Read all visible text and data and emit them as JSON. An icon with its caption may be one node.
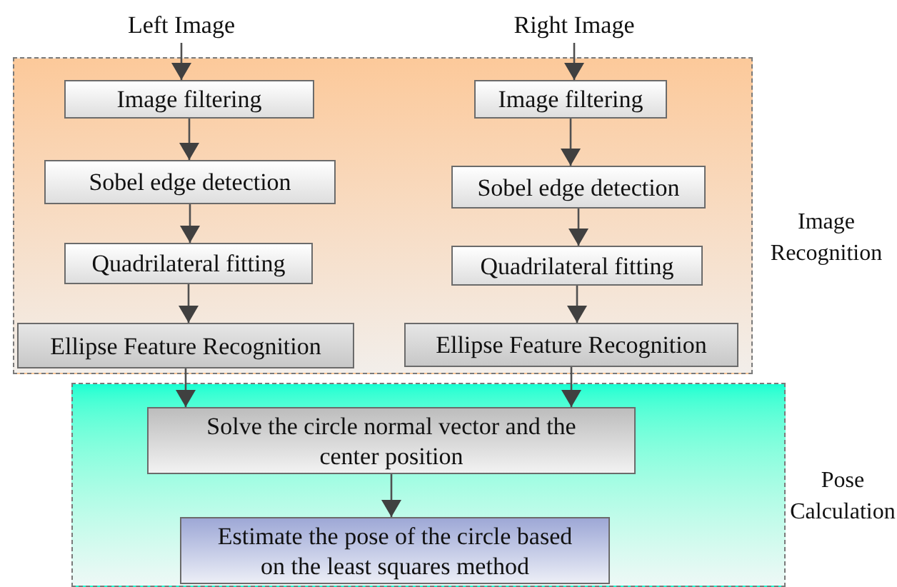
{
  "diagram": {
    "nodes": [
      {
        "text": [
          "Left Image"
        ]
      },
      {
        "text": [
          "Right Image"
        ]
      },
      {
        "text": [
          "Image Recognition"
        ]
      },
      {
        "text": [
          "Image filtering"
        ],
        "in": 2
      },
      {
        "text": [
          "Sobel edge detection"
        ],
        "in": 2
      },
      {
        "text": [
          "Quadrilateral fitting"
        ],
        "in": 2
      },
      {
        "text": [
          "Ellipse Feature Recognition"
        ],
        "in": 2
      },
      {
        "text": [
          "Image filtering"
        ],
        "in": 2
      },
      {
        "text": [
          "Sobel edge detection"
        ],
        "in": 2
      },
      {
        "text": [
          "Quadrilateral fitting"
        ],
        "in": 2
      },
      {
        "text": [
          "Ellipse Feature Recognition"
        ],
        "in": 2
      },
      {
        "text": [
          "Pose Calculation"
        ]
      },
      {
        "text": [
          "Solve the circle normal vector and the center position"
        ],
        "in": 11
      },
      {
        "text": [
          "Estimate the pose of the circle based on the least squares method"
        ],
        "in": 11
      }
    ],
    "edges": [
      {
        "from": 0,
        "to": 3,
        "arrow": "to"
      },
      {
        "from": 3,
        "to": 4,
        "arrow": "to"
      },
      {
        "from": 4,
        "to": 5,
        "arrow": "to"
      },
      {
        "from": 5,
        "to": 6,
        "arrow": "to"
      },
      {
        "from": 1,
        "to": 7,
        "arrow": "to"
      },
      {
        "from": 7,
        "to": 8,
        "arrow": "to"
      },
      {
        "from": 8,
        "to": 9,
        "arrow": "to"
      },
      {
        "from": 9,
        "to": 10,
        "arrow": "to"
      },
      {
        "from": 6,
        "to": 12,
        "arrow": "to"
      },
      {
        "from": 10,
        "to": 12,
        "arrow": "to"
      },
      {
        "from": 12,
        "to": 13,
        "arrow": "to"
      }
    ]
  }
}
